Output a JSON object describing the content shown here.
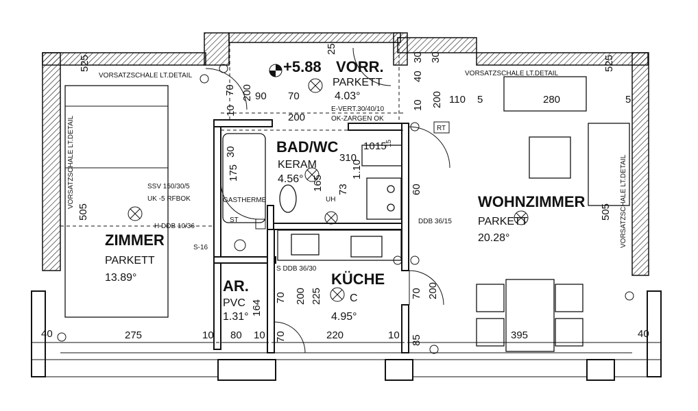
{
  "rooms": {
    "zimmer": {
      "name": "ZIMMER",
      "floor": "PARKETT",
      "area": "13.89°"
    },
    "vorraum": {
      "name": "VORR.",
      "floor": "PARKETT",
      "area": "4.03°"
    },
    "bad": {
      "name": "BAD/WC",
      "floor": "KERAM",
      "area": "4.56°"
    },
    "wohnzimmer": {
      "name": "WOHNZIMMER",
      "floor": "PARKETT",
      "area": "20.28°"
    },
    "abstellraum": {
      "name": "AR.",
      "floor": "PVC",
      "area": "1.31°"
    },
    "kueche": {
      "name": "KÜCHE",
      "floor": "C",
      "area": "4.95°"
    }
  },
  "level": "+5.88",
  "notes": {
    "vorsatz_top_left": "VORSATZSCHALE LT.DETAIL",
    "vorsatz_top_right": "VORSATZSCHALE LT.DETAIL",
    "vorsatz_left_vertical": "VORSATZSCHALE LT.DETAIL",
    "vorsatz_right_vertical": "VORSATZSCHALE LT.DETAIL",
    "ssv": "SSV 150/30/5",
    "uk": "UK -5 RFBOK",
    "hddb": "H DDB 10/36",
    "s16": "S-16",
    "sddb": "S DDB 36/30",
    "ddb": "DDB 36/15",
    "evert": "E-VERT.30/40/10",
    "zargen": "OK-ZARGEN OK",
    "gastherme": "GASTHERME",
    "rt": "RT",
    "st": "ST",
    "uh": "UH"
  },
  "dimensions": {
    "d525_left": "525",
    "d525_right": "525",
    "d505_left": "505",
    "d505_right": "505",
    "d275": "275",
    "d10_a": "10",
    "d80": "80",
    "d10_b": "10",
    "d220": "220",
    "d10_c": "10",
    "d85": "85",
    "d395": "395",
    "d40_left": "40",
    "d40_right": "40",
    "d280": "280",
    "d110": "110",
    "d5_a": "5",
    "d5_b": "5",
    "d90": "90",
    "d200_a": "200",
    "d70_a": "70",
    "d200_b": "200",
    "d10_d": "10",
    "d310": "310",
    "d10_e": "10",
    "d15": "15",
    "d175": "175",
    "d165": "165",
    "d30_a": "30",
    "d40_a": "40",
    "d200_c": "200",
    "d10_f": "10",
    "d70_b": "70",
    "d200_d": "200",
    "d225": "225",
    "d164": "164",
    "d70_c": "70",
    "d200_e": "200",
    "d70_d": "70",
    "d60": "60",
    "d30_b": "30",
    "d15_b": "15",
    "d10_g": "10",
    "d73": "73",
    "d110_b": "1.10",
    "d5_c": "5",
    "d25": "25",
    "d30_c": "30"
  }
}
